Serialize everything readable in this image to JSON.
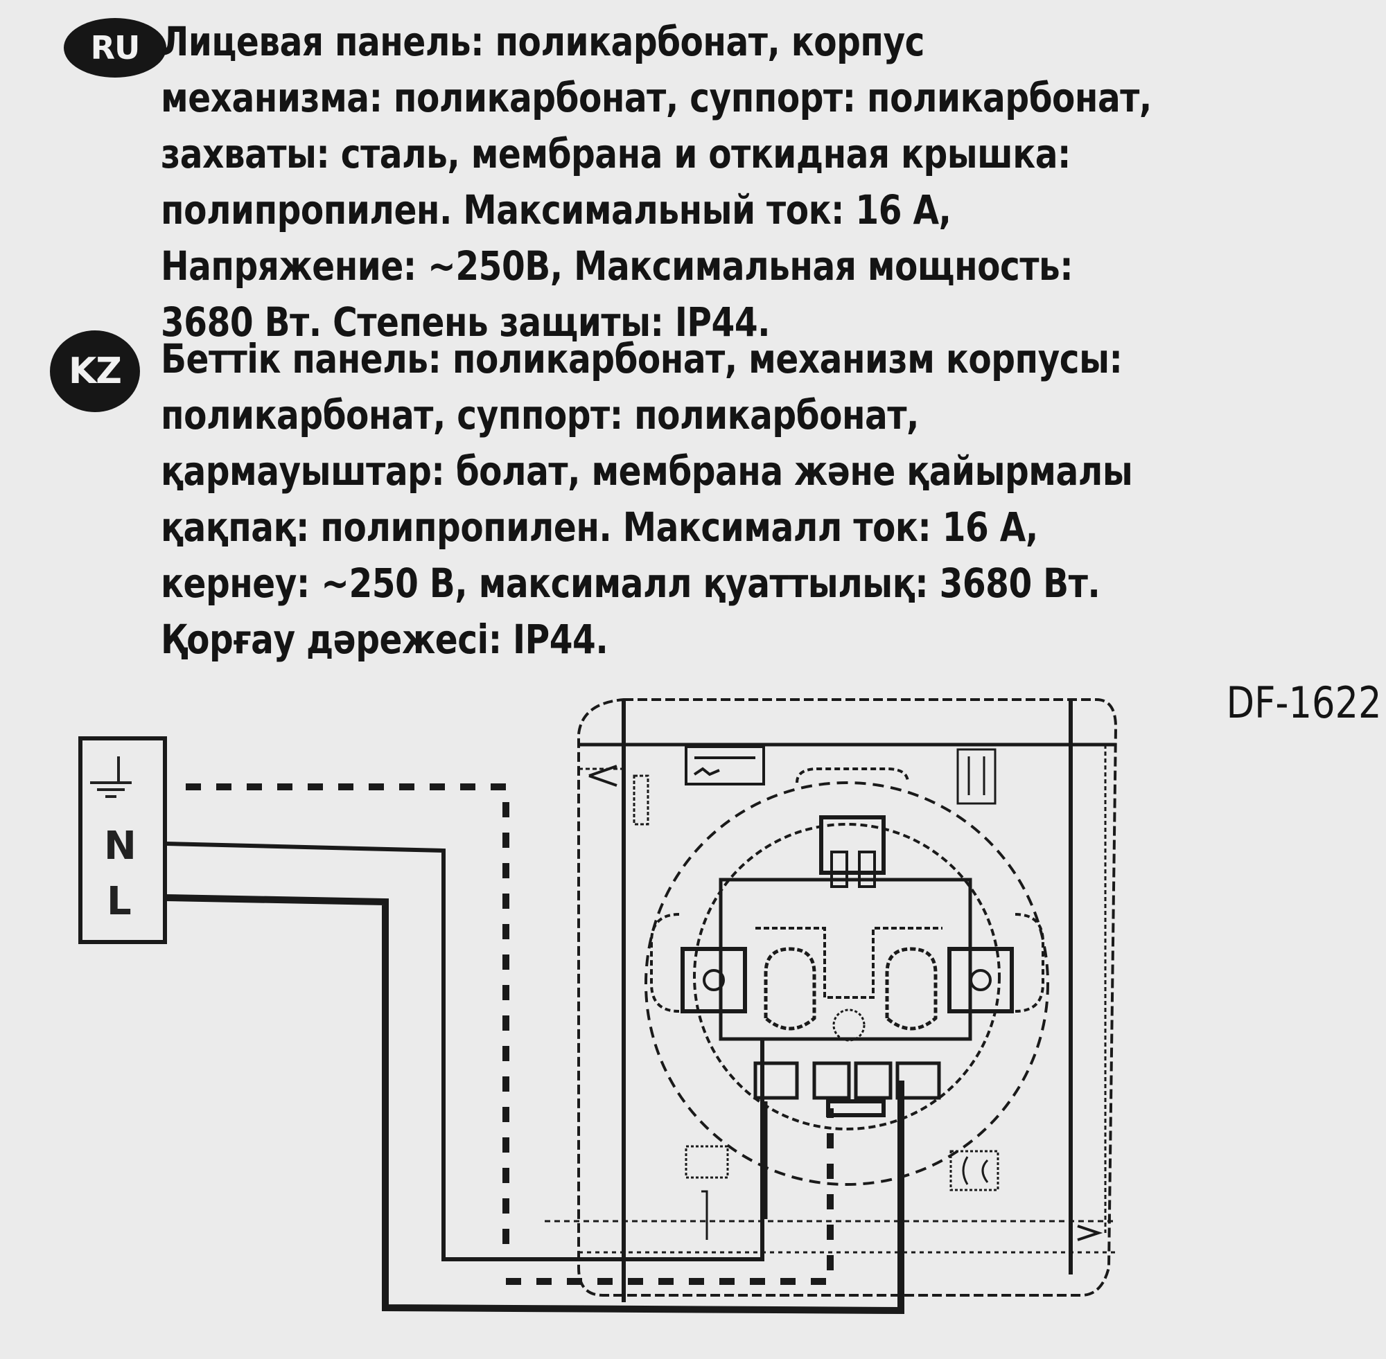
{
  "ru": {
    "badge": "RU",
    "lines": [
      "Лицевая панель: поликарбонат, корпус",
      "механизма: поликарбонат, суппорт: поликарбонат,",
      "захваты: сталь, мембрана и откидная крышка:",
      "полипропилен. Максимальный ток: 16 А,",
      "Напряжение: ~250В, Максимальная мощность:",
      "3680 Вт. Степень защиты: IP44."
    ]
  },
  "kz": {
    "badge": "KZ",
    "lines": [
      "Беттік панель: поликарбонат, механизм корпусы:",
      "поликарбонат, суппорт: поликарбонат,",
      "қармауыштар: болат, мембрана және қайырмалы",
      "қақпақ: полипропилен. Максималл ток: 16 А,",
      "кернеу:  ~250 В, максималл қуаттылық: 3680 Вт.",
      "Қорғау дәрежесі: IP44."
    ]
  },
  "model": "DF-1622",
  "diagram": {
    "terminals": [
      {
        "id": "earth",
        "label": "⏚",
        "icon": "earth-ground-icon"
      },
      {
        "id": "neutral",
        "label": "N"
      },
      {
        "id": "live",
        "label": "L"
      }
    ],
    "wires": [
      {
        "from": "earth",
        "style": "dashed"
      },
      {
        "from": "neutral",
        "style": "solid-thin"
      },
      {
        "from": "live",
        "style": "solid-thick"
      }
    ]
  }
}
